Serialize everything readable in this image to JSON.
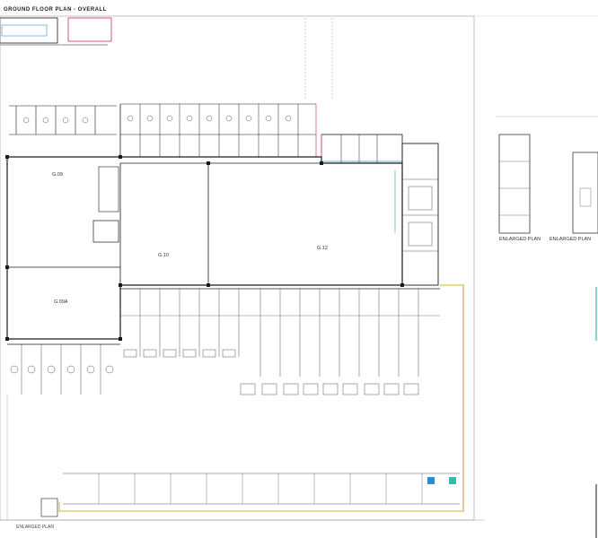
{
  "sheet": {
    "title": "GROUND FLOOR PLAN - OVERALL",
    "bottom_note": "ENLARGED PLAN"
  },
  "rooms": [
    {
      "key": "west-hall",
      "label": "G.09"
    },
    {
      "key": "central-hall",
      "label": "G.10"
    },
    {
      "key": "east-hall",
      "label": "G.12"
    },
    {
      "key": "south-hall",
      "label": "G.09A"
    }
  ],
  "detail": {
    "caption_left": "ENLARGED PLAN",
    "caption_right": "ENLARGED PLAN"
  },
  "colors": {
    "wall": "#1a1a1a",
    "grid": "#9a9a9a",
    "accent_pink": "#d6568a",
    "accent_yellow": "#d9c24a",
    "accent_blue": "#2a8fd1",
    "accent_cyan": "#38b6b0"
  }
}
